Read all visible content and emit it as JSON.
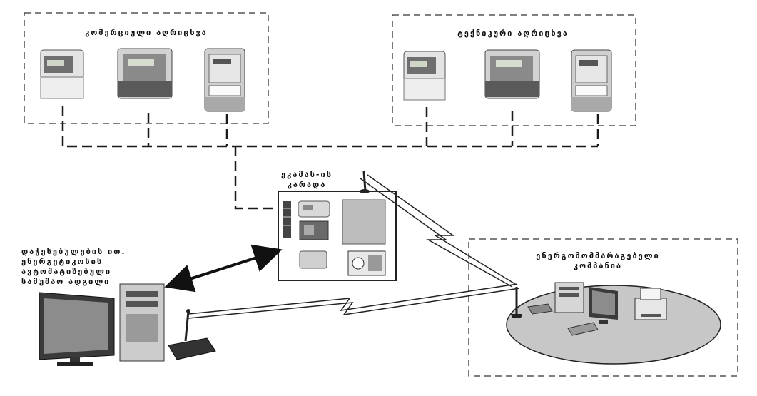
{
  "diagram": {
    "commercial_group_label": "კომერციული აღრიცხვა",
    "technical_group_label": "ტექნიკური აღრიცხვა",
    "gsm_cabinet_label_line1": "ეკამას-ის",
    "gsm_cabinet_label_line2": "კარადა",
    "workstation_label_line1": "დაჭესებულების ით.",
    "workstation_label_line2": "ენერგეტიკოსის",
    "workstation_label_line3": "ავტომატიზებული",
    "workstation_label_line4": "სამუშაო ადგილი",
    "company_label_line1": "ენერგომომმარაგებელი",
    "company_label_line2": "კომპანია"
  },
  "colors": {
    "line": "#1a1a1a",
    "device_gray": "#bdbdbd",
    "ellipse_fill": "#c7c7c7"
  }
}
